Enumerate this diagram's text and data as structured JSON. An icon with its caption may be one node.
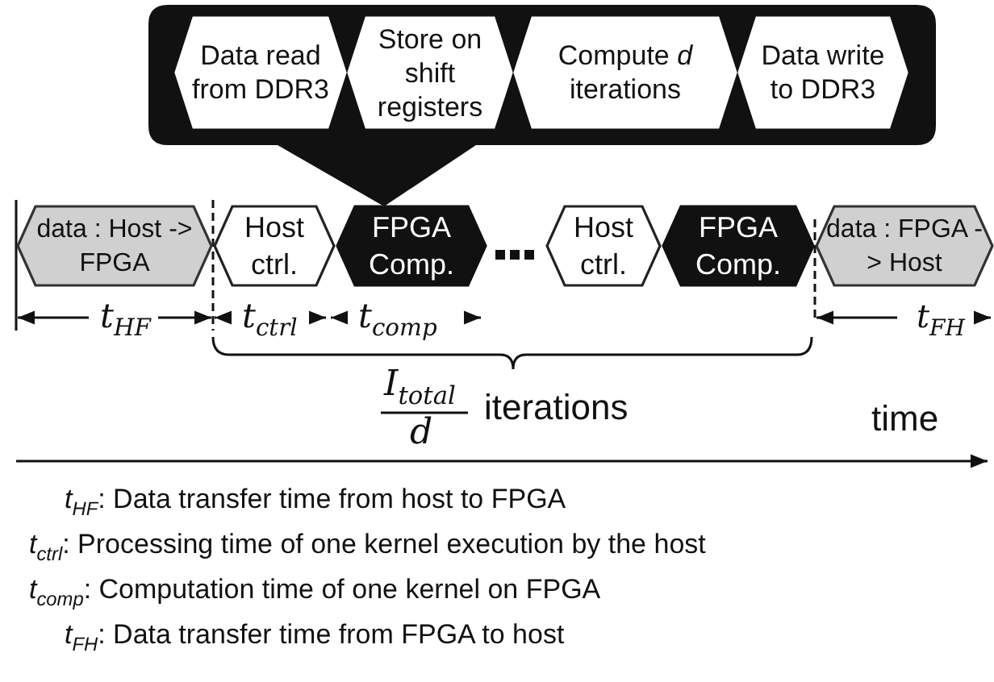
{
  "diagram": {
    "nodes": [
      {
        "text": [],
        "shape": "box"
      },
      {
        "text": [
          "Data read from DDR3"
        ],
        "in": 0
      },
      {
        "text": [
          "Store on shift registers"
        ],
        "in": 0
      },
      {
        "text": [
          "Compute *d* iterations"
        ],
        "in": 0
      },
      {
        "text": [
          "Data write to DDR3"
        ],
        "in": 0
      },
      {
        "text": [
          "data : Host -> FPGA"
        ]
      },
      {
        "text": [
          "Host ctrl."
        ]
      },
      {
        "text": [
          "FPGA Comp."
        ]
      },
      {
        "text": [
          "Host ctrl."
        ]
      },
      {
        "text": [
          "FPGA Comp."
        ]
      },
      {
        "text": [
          "data : FPGA -> Host"
        ]
      }
    ],
    "labels": [
      "*t*$_{HF}$",
      "*t*$_{ctrl}$",
      "*t*$_{comp}$",
      "*t*$_{FH}$",
      "*I*$_{total}$",
      "*d*",
      "iterations",
      "time",
      "*t*$_{HF}$: Data transfer time from host to FPGA",
      "*t*$_{ctrl}$: Processing time of one kernel execution by the host",
      "*t*$_{comp}$: Computation time of one kernel on FPGA",
      "*t*$_{FH}$: Data transfer time from FPGA to host"
    ]
  }
}
